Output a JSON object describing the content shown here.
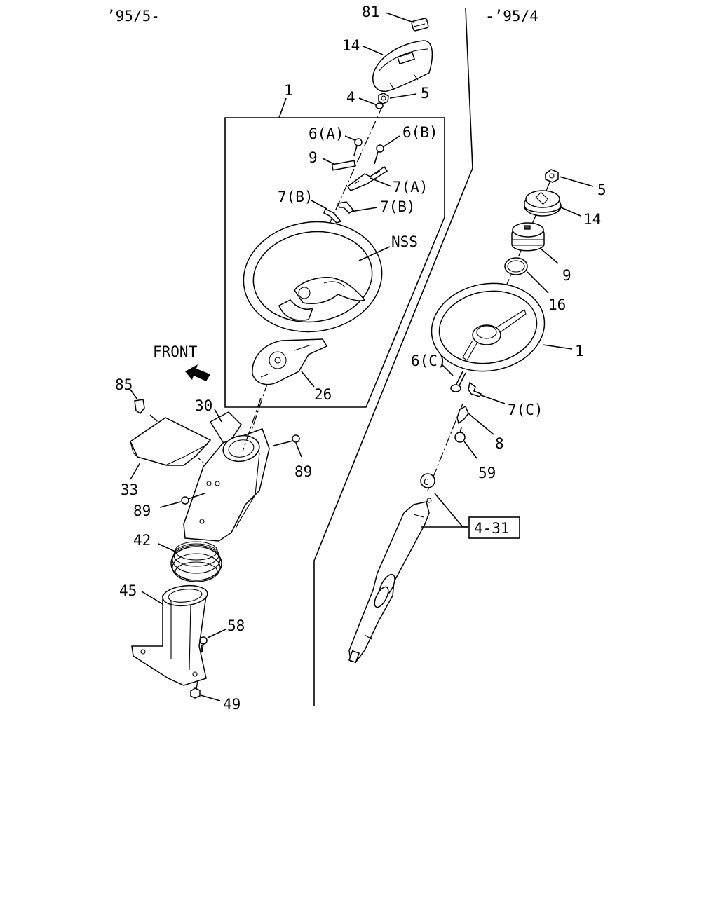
{
  "headers": {
    "left_period": "’95/5-",
    "right_period": "-’95/4"
  },
  "front_label": "FRONT",
  "callouts": {
    "p81": "81",
    "p14_top": "14",
    "p4": "4",
    "p5_top": "5",
    "p1_box": "1",
    "p6A": "6(A)",
    "p6B": "6(B)",
    "p9_top": "9",
    "p7A": "7(A)",
    "p7B_left": "7(B)",
    "p7B_right": "7(B)",
    "nss": "NSS",
    "p26": "26",
    "p85": "85",
    "p30": "30",
    "p89_right": "89",
    "p33": "33",
    "p89_left": "89",
    "p42": "42",
    "p45": "45",
    "p58": "58",
    "p49": "49",
    "p5_r": "5",
    "p14_r": "14",
    "p9_r": "9",
    "p16_r": "16",
    "p1_r": "1",
    "p6C": "6(C)",
    "p7C": "7(C)",
    "p8": "8",
    "p59": "59",
    "ref": "4-31",
    "c_mark": "C"
  }
}
